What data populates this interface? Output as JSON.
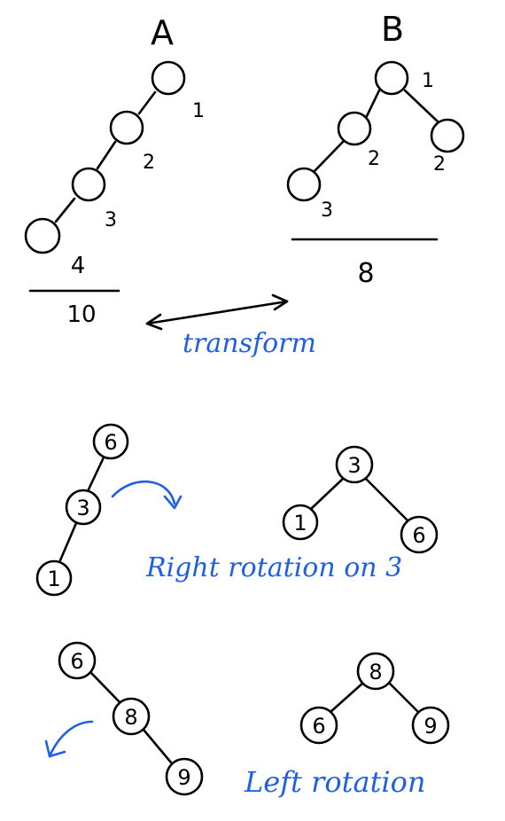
{
  "colors": {
    "ink": "#000000",
    "annotation": "#1f5fe6"
  },
  "top": {
    "tree_a": {
      "title": "A",
      "level_labels": [
        "1",
        "2",
        "3",
        "4"
      ],
      "fraction_numerator": "4",
      "fraction_denominator": "10"
    },
    "tree_b": {
      "title": "B",
      "level_labels": [
        "1",
        "2",
        "2",
        "3"
      ],
      "fraction_value": "8"
    },
    "transform_label": "transform"
  },
  "right_rotation": {
    "before": [
      "6",
      "3",
      "1"
    ],
    "after": [
      "3",
      "1",
      "6"
    ],
    "caption": "Right rotation on 3"
  },
  "left_rotation": {
    "before": [
      "6",
      "8",
      "9"
    ],
    "after": [
      "8",
      "6",
      "9"
    ],
    "caption": "Left rotation"
  }
}
